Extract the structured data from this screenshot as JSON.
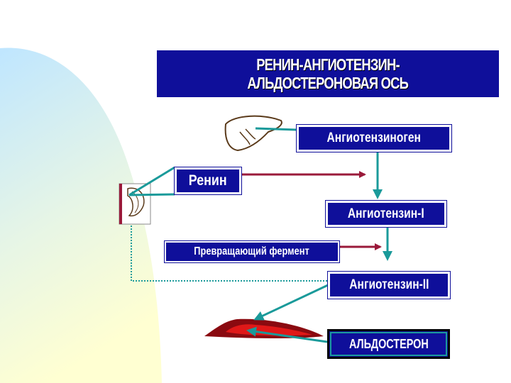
{
  "title": {
    "line1": "РЕНИН-АНГИОТЕНЗИН-",
    "line2": "АЛЬДОСТЕРОНОВАЯ ОСЬ"
  },
  "nodes": {
    "angiotensinogen": "Ангиотензиноген",
    "renin": "Ренин",
    "angiotensin1": "Ангиотензин-I",
    "enzyme": "Превращающий фермент",
    "angiotensin2": "Ангиотензин-II",
    "aldosterone": "АЛЬДОСТЕРОН"
  },
  "icons": {
    "liver": "liver-icon",
    "kidney": "kidney-icon",
    "adrenal": "adrenal-gland-icon"
  },
  "colors": {
    "box_fill": "#0f0f9a",
    "arrow_red": "#9a1a3a",
    "arrow_teal": "#1a9a9a",
    "organ_red": "#c0141e",
    "organ_dark": "#8a0a10",
    "gradient_blue": "#bfe6ff",
    "gradient_yellow": "#ffffd2"
  }
}
